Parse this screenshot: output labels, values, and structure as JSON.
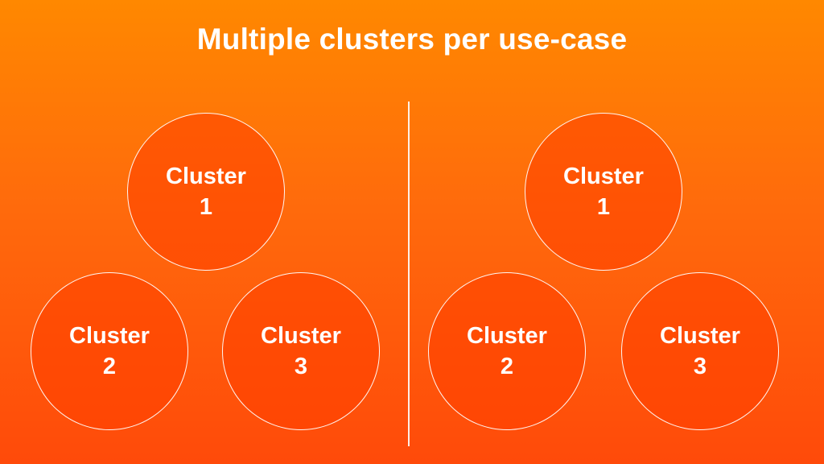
{
  "title": "Multiple clusters per use-case",
  "left_group": {
    "top": "Cluster\n1",
    "bottom_left": "Cluster\n2",
    "bottom_right": "Cluster\n3"
  },
  "right_group": {
    "top": "Cluster\n1",
    "bottom_left": "Cluster\n2",
    "bottom_right": "Cluster\n3"
  },
  "colors": {
    "background_top": "#ff8800",
    "background_bottom": "#ff4a0a",
    "circle_outline": "#ffffff",
    "text": "#ffffff"
  }
}
